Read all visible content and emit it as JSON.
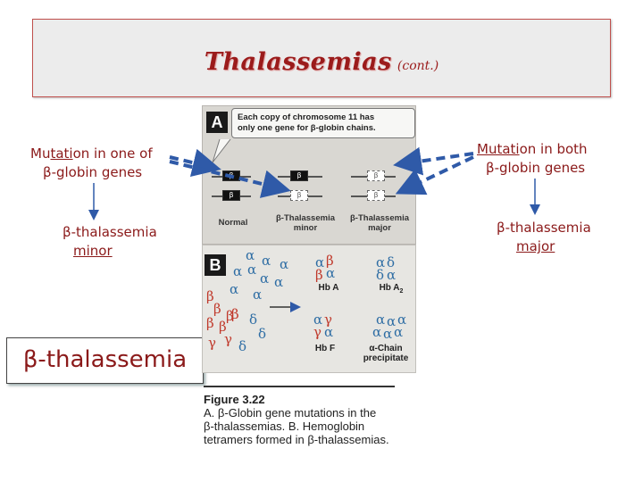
{
  "title": {
    "main": "Thalassemias",
    "cont": "(cont.)"
  },
  "left": {
    "mutation_prefix": "Mu",
    "mutation_underlined": "tati",
    "mutation_suffix": "on in one of",
    "genes_line": "β-globin genes",
    "result_line1": "β-thalassemia",
    "result_line2": "minor"
  },
  "right": {
    "mutation_underlined": "Mutati",
    "mutation_suffix": "on in both",
    "genes_line": "β-globin genes",
    "result_line1": "β-thalassemia",
    "result_line2": "major"
  },
  "beta_box": "β-thalassemia",
  "figure": {
    "panel_a": {
      "label": "A",
      "callout_line1": "Each copy of chromosome 11 has",
      "callout_line2": "only one gene for β-globin chains.",
      "gene_symbol": "β",
      "columns": [
        {
          "line1": "Normal",
          "line2": ""
        },
        {
          "line1": "β-Thalassemia",
          "line2": "minor"
        },
        {
          "line1": "β-Thalassemia",
          "line2": "major"
        }
      ]
    },
    "panel_b": {
      "label": "B",
      "alpha": "α",
      "beta": "β",
      "gamma": "γ",
      "delta": "δ",
      "hb_a": "Hb A",
      "hb_a2": "Hb A",
      "hb_a2_sub": "2",
      "hb_f": "Hb F",
      "precip_line1": "α-Chain",
      "precip_line2": "precipitate"
    }
  },
  "caption": {
    "head": "Figure 3.22",
    "line1": "A. β-Globin gene mutations in the",
    "line2": "β-thalassemias. B. Hemoglobin",
    "line3": "tetramers formed in β-thalassemias."
  },
  "colors": {
    "title": "#9b1b1b",
    "text": "#8b1a1a",
    "arrow": "#2f5aa8",
    "alpha": "#2e6da4",
    "beta": "#c0392b"
  }
}
